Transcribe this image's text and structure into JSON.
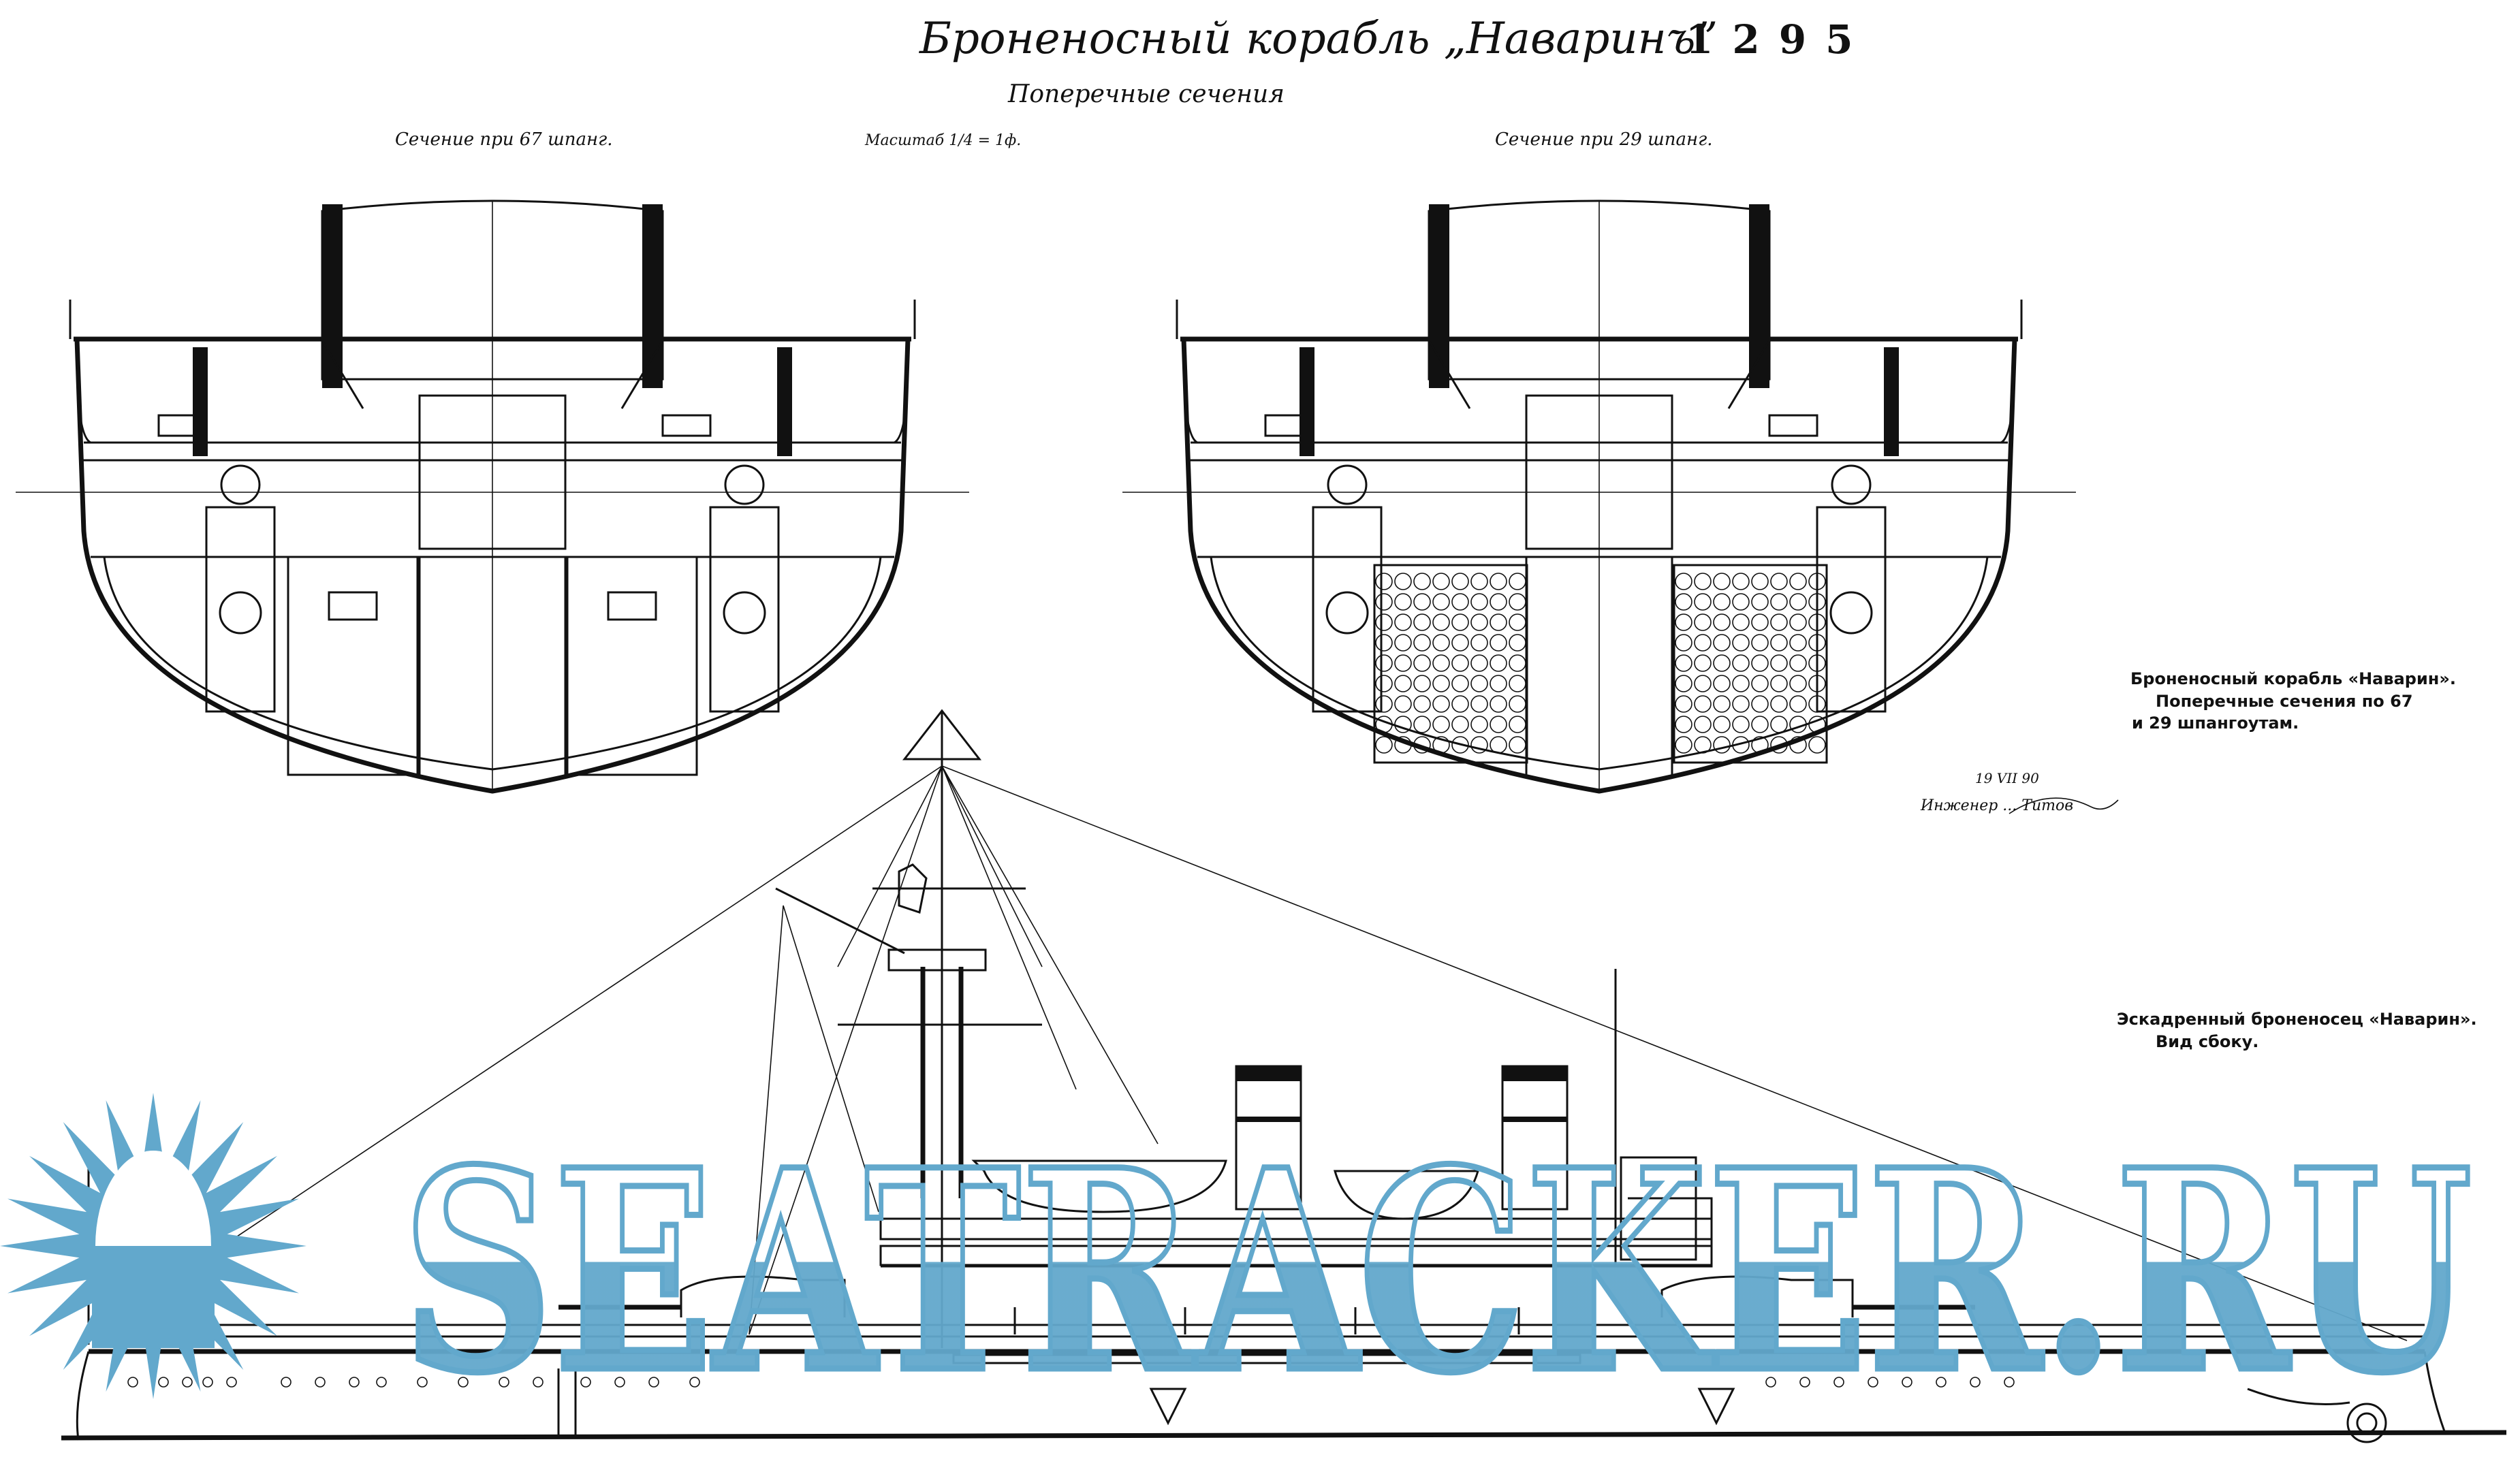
{
  "header": {
    "title": "Броненосный корабль „Наваринъ”",
    "sheet_number": "1295",
    "subtitle": "Поперечные сечения"
  },
  "sections": [
    {
      "label": "Сечение при 67 шпанг.",
      "scale": "Масштаб 1/4 = 1ф."
    },
    {
      "label": "Сечение при 29 шпанг."
    }
  ],
  "signature": {
    "date": "19 VII 90",
    "text": "Инженер ... Титов"
  },
  "captions": {
    "sections_caption": [
      "Броненосный корабль «Наварин».",
      "Поперечные сечения по 67",
      "и 29 шпангоутам."
    ],
    "side_caption": [
      "Эскадренный броненосец «Наварин».",
      "Вид сбоку."
    ]
  },
  "watermark": {
    "text": "SEATRACKER.RU",
    "color": "#62a8cc"
  }
}
